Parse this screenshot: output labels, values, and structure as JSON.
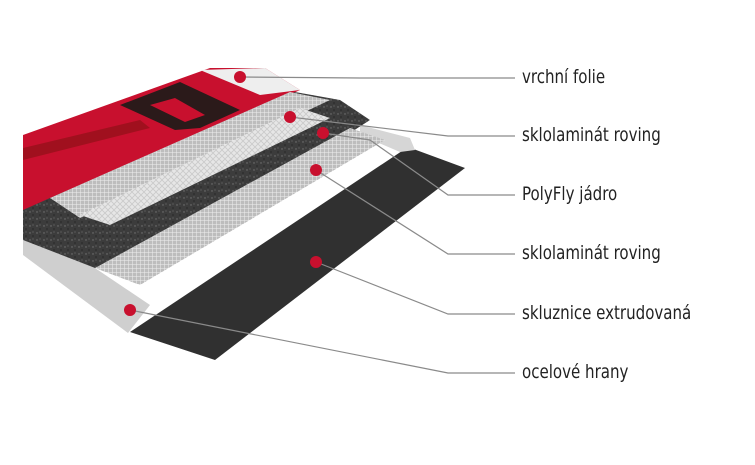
{
  "labels": [
    "vrchní folie",
    "sklolaminát roving",
    "PolyFly jádro",
    "sklolaminát roving",
    "skluznice extrudovaná",
    "ocelové hrany"
  ],
  "colors": {
    "marker": "#c8102e",
    "leader": "#8a8a8a",
    "text": "#222222"
  }
}
